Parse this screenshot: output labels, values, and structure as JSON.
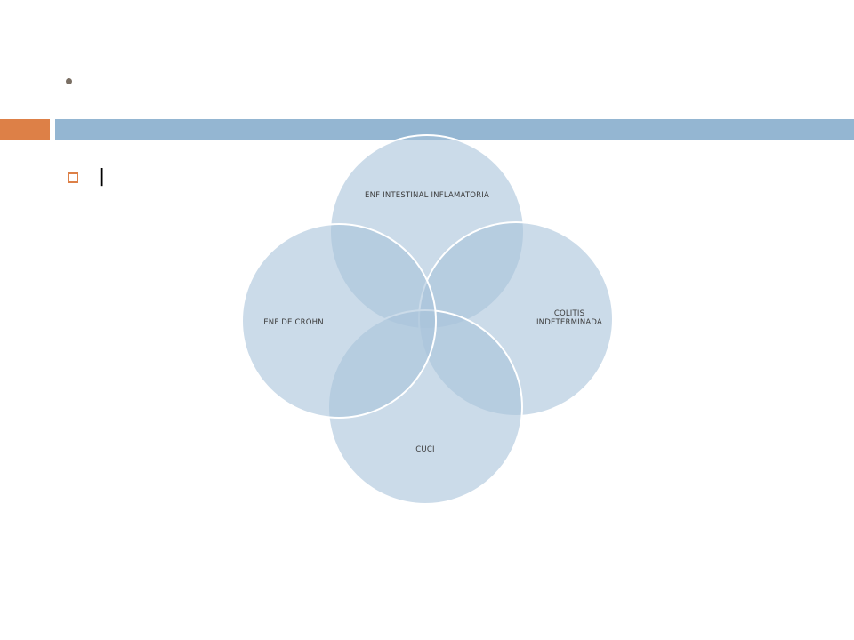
{
  "slide": {
    "title_text": "",
    "bullet_text": "I"
  },
  "colors": {
    "accent_orange": "#dd8047",
    "bar_blue": "#94b6d2",
    "circle_fill": "#a8c3db",
    "circle_stroke": "#ffffff",
    "bullet_orange": "#dd8047",
    "dot_gray": "#7a6f64"
  },
  "diagram": {
    "type": "overlapping-circles",
    "circles": [
      {
        "id": "top",
        "label_lines": [
          "ENF INTESTINAL INFLAMATORIA"
        ]
      },
      {
        "id": "right",
        "label_lines": [
          "COLITIS",
          "INDETERMINADA"
        ]
      },
      {
        "id": "bottom",
        "label_lines": [
          "CUCI"
        ]
      },
      {
        "id": "left",
        "label_lines": [
          "ENF DE CROHN"
        ]
      }
    ]
  }
}
